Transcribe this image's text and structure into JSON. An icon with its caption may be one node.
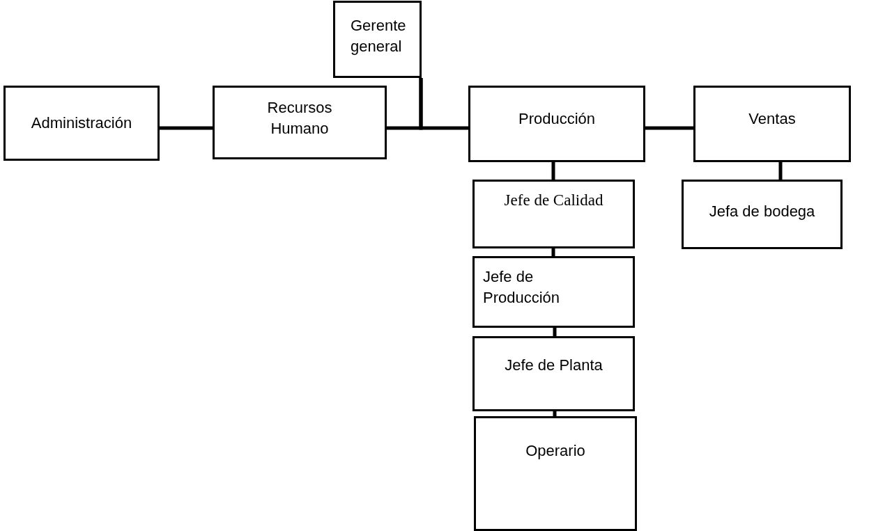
{
  "diagram": {
    "nodes": [
      {
        "text": [
          "Gerente general"
        ]
      },
      {
        "text": [
          "Administración"
        ]
      },
      {
        "text": [
          "Recursos Humano"
        ]
      },
      {
        "text": [
          "Producción"
        ]
      },
      {
        "text": [
          "Ventas"
        ]
      },
      {
        "text": [
          "Jefe de Calidad"
        ]
      },
      {
        "text": [
          "Jefe de Producción"
        ]
      },
      {
        "text": [
          "Jefe de Planta"
        ]
      },
      {
        "text": [
          "Jefa de bodega"
        ]
      },
      {
        "text": [
          "Operario"
        ]
      }
    ],
    "edges": [
      {
        "from": 1,
        "to": 2,
        "arrow": "none"
      },
      {
        "from": 0,
        "to": 2,
        "arrow": "none"
      },
      {
        "from": 0,
        "to": 3,
        "arrow": "none"
      },
      {
        "from": 3,
        "to": 4,
        "arrow": "none"
      },
      {
        "from": 3,
        "to": 5,
        "arrow": "none"
      },
      {
        "from": 5,
        "to": 6,
        "arrow": "none"
      },
      {
        "from": 6,
        "to": 7,
        "arrow": "none"
      },
      {
        "from": 7,
        "to": 9,
        "arrow": "none"
      },
      {
        "from": 4,
        "to": 8,
        "arrow": "none"
      }
    ]
  }
}
